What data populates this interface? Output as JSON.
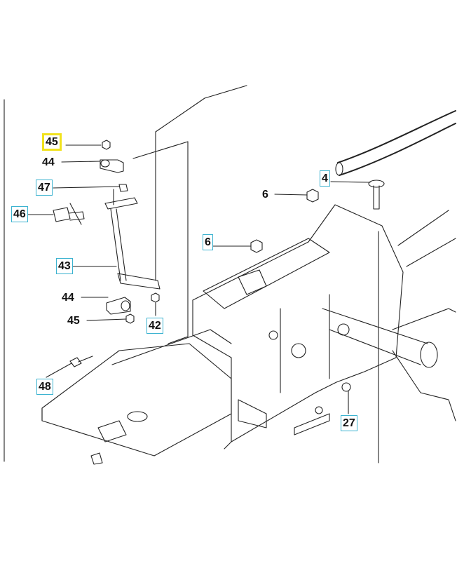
{
  "diagram": {
    "accent_box_color": "#3cb3d0",
    "highlight_color": "#f1e21c",
    "callouts": [
      {
        "id": "c45-top",
        "label": "45",
        "style": "highlight"
      },
      {
        "id": "c44-top",
        "label": "44",
        "style": "plain"
      },
      {
        "id": "c47",
        "label": "47",
        "style": "boxed"
      },
      {
        "id": "c46",
        "label": "46",
        "style": "boxed"
      },
      {
        "id": "c43",
        "label": "43",
        "style": "boxed"
      },
      {
        "id": "c44-bottom",
        "label": "44",
        "style": "plain"
      },
      {
        "id": "c45-bottom",
        "label": "45",
        "style": "plain"
      },
      {
        "id": "c42",
        "label": "42",
        "style": "boxed"
      },
      {
        "id": "c48",
        "label": "48",
        "style": "boxed"
      },
      {
        "id": "c6-top",
        "label": "6",
        "style": "plain"
      },
      {
        "id": "c6-mid",
        "label": "6",
        "style": "boxed"
      },
      {
        "id": "c4",
        "label": "4",
        "style": "boxed"
      },
      {
        "id": "c27",
        "label": "27",
        "style": "boxed"
      }
    ]
  }
}
